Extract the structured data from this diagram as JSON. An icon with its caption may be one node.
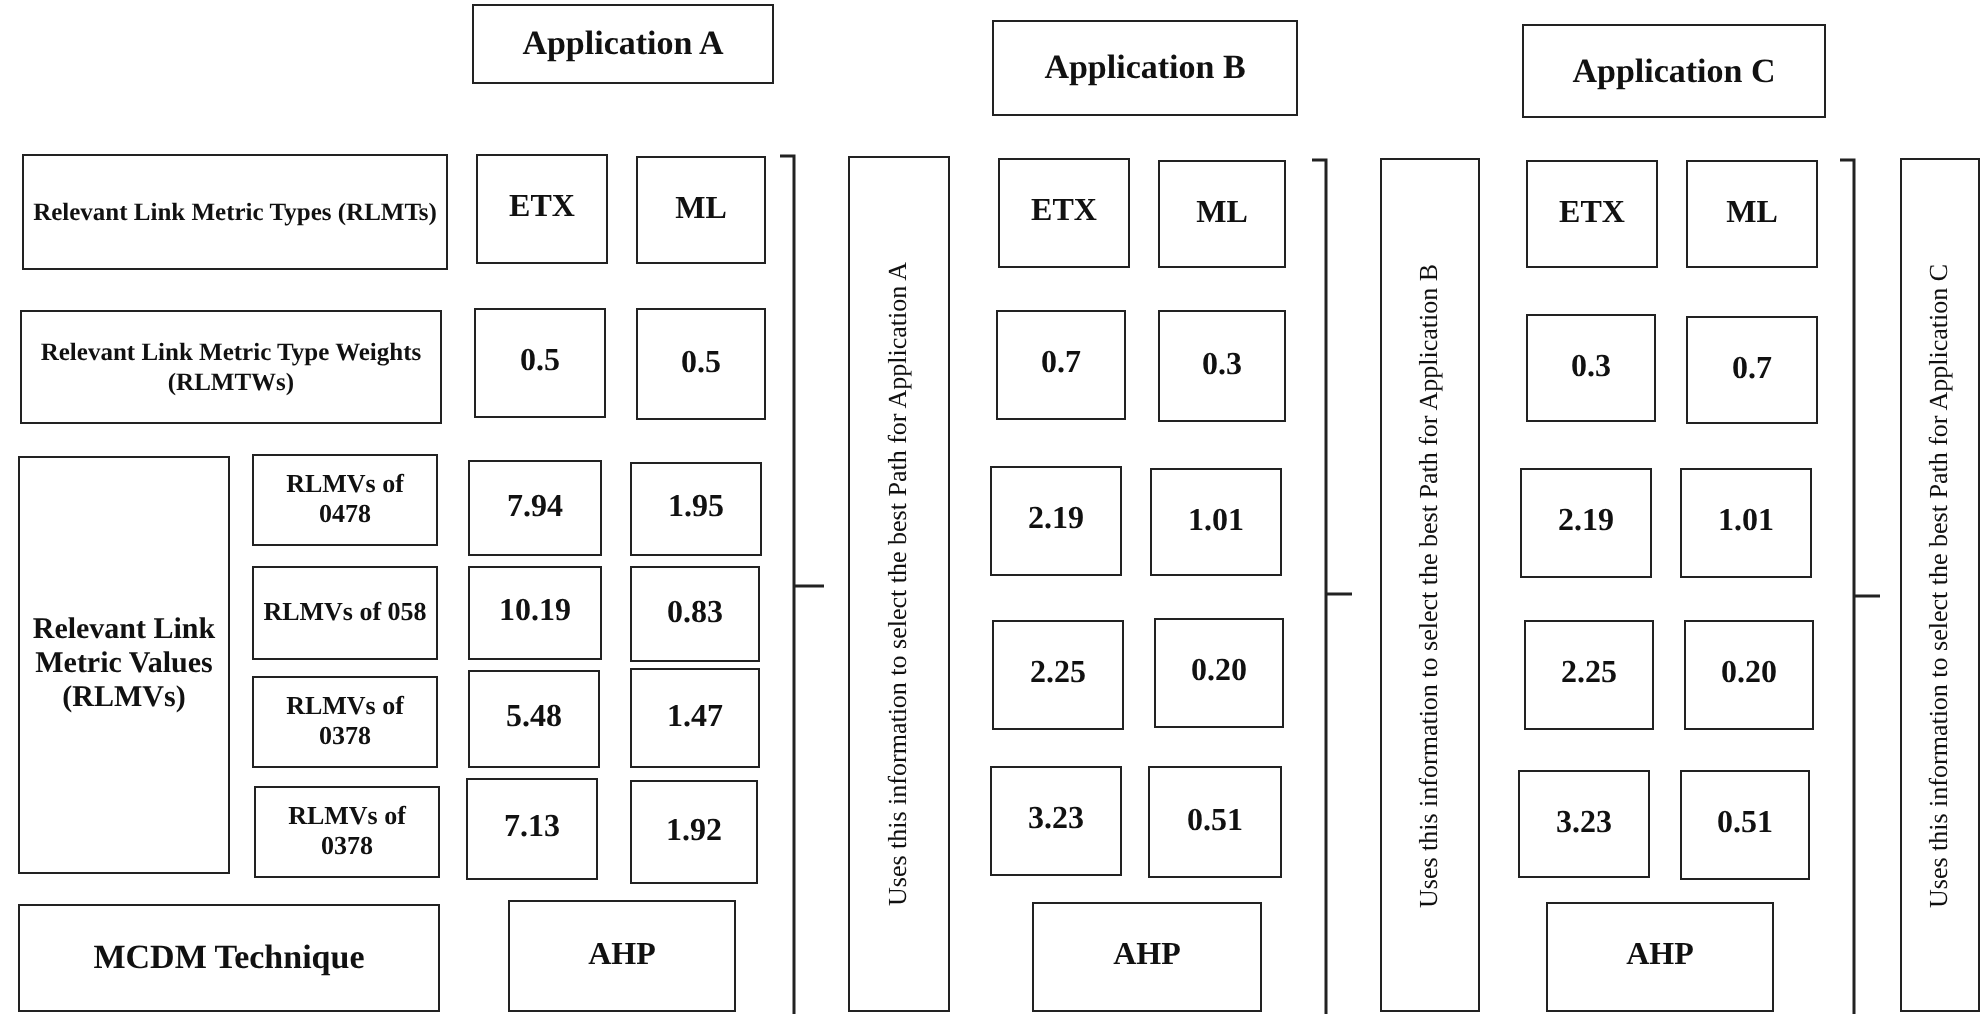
{
  "diagram": {
    "nodes": [
      {
        "text": [
          "Application A"
        ]
      },
      {
        "text": [
          "Application B"
        ]
      },
      {
        "text": [
          "Application C"
        ]
      },
      {
        "text": [
          "Relevant Link Metric Types (RLMTs)"
        ]
      },
      {
        "text": [
          "ETX"
        ]
      },
      {
        "text": [
          "ML"
        ]
      },
      {
        "text": [
          "ETX"
        ]
      },
      {
        "text": [
          "ML"
        ]
      },
      {
        "text": [
          "ETX"
        ]
      },
      {
        "text": [
          "ML"
        ]
      },
      {
        "text": [
          "Relevant Link Metric Type Weights (RLMTWs)"
        ]
      },
      {
        "text": [
          "0.5"
        ]
      },
      {
        "text": [
          "0.5"
        ]
      },
      {
        "text": [
          "0.7"
        ]
      },
      {
        "text": [
          "0.3"
        ]
      },
      {
        "text": [
          "0.3"
        ]
      },
      {
        "text": [
          "0.7"
        ]
      },
      {
        "text": [
          "Relevant Link Metric Values (RLMVs)"
        ]
      },
      {
        "text": [
          "RLMVs of 0478"
        ]
      },
      {
        "text": [
          "7.94"
        ]
      },
      {
        "text": [
          "1.95"
        ]
      },
      {
        "text": [
          "2.19"
        ]
      },
      {
        "text": [
          "1.01"
        ]
      },
      {
        "text": [
          "2.19"
        ]
      },
      {
        "text": [
          "1.01"
        ]
      },
      {
        "text": [
          "RLMVs of 058"
        ]
      },
      {
        "text": [
          "10.19"
        ]
      },
      {
        "text": [
          "0.83"
        ]
      },
      {
        "text": [
          "2.25"
        ]
      },
      {
        "text": [
          "0.20"
        ]
      },
      {
        "text": [
          "2.25"
        ]
      },
      {
        "text": [
          "0.20"
        ]
      },
      {
        "text": [
          "RLMVs of 0378"
        ]
      },
      {
        "text": [
          "5.48"
        ]
      },
      {
        "text": [
          "1.47"
        ]
      },
      {
        "text": [
          "3.23"
        ]
      },
      {
        "text": [
          "0.51"
        ]
      },
      {
        "text": [
          "3.23"
        ]
      },
      {
        "text": [
          "0.51"
        ]
      },
      {
        "text": [
          "RLMVs of 0378"
        ]
      },
      {
        "text": [
          "7.13"
        ]
      },
      {
        "text": [
          "1.92"
        ]
      },
      {
        "text": [
          "MCDM Technique"
        ]
      },
      {
        "text": [
          "AHP"
        ]
      },
      {
        "text": [
          "AHP"
        ]
      },
      {
        "text": [
          "AHP"
        ]
      },
      {
        "text": [
          "Uses this information to select the best Path for Application A"
        ]
      },
      {
        "text": [
          "Uses this information to select the best Path for Application B"
        ]
      },
      {
        "text": [
          "Uses this information to select the best Path for Application C"
        ]
      }
    ]
  }
}
